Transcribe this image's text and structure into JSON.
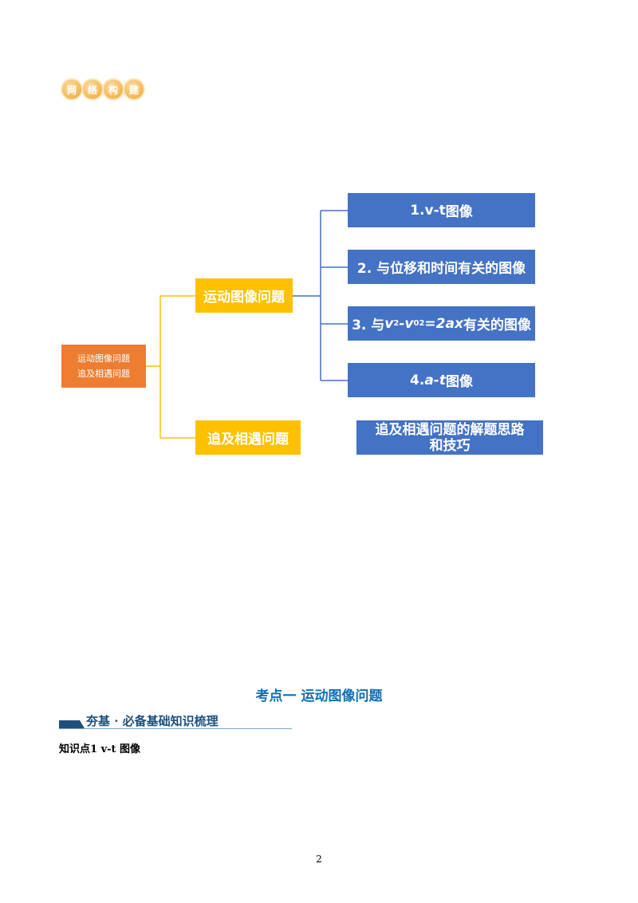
{
  "header_badges": [
    "网",
    "络",
    "构",
    "建"
  ],
  "mindmap": {
    "root_line1": "运动图像问题",
    "root_line2": "追及相遇问题",
    "branch1": "运动图像问题",
    "branch2": "追及相遇问题",
    "leaf1_pre": "1.",
    "leaf1_var": "v-t",
    "leaf1_post": " 图像",
    "leaf2": "2. 与位移和时间有关的图像",
    "leaf3_pre": "3. 与 ",
    "leaf3_v": "v",
    "leaf3_sup1": "2",
    "leaf3_dash": "-v",
    "leaf3_sub": "0",
    "leaf3_sup2": "2",
    "leaf3_eq": "=2ax",
    "leaf3_post": " 有关的图像",
    "leaf4_pre": "4. ",
    "leaf4_var": "a-t",
    "leaf4_post": " 图像",
    "leaf5_line1": "追及相遇问题的解题思路",
    "leaf5_line2": "和技巧"
  },
  "section_heading": "考点一  运动图像问题",
  "section_bar_text": "夯基 · 必备基础知识梳理",
  "knowledge_point": "知识点1    v-t 图像",
  "page_number": "2",
  "colors": {
    "root": "#ed7d31",
    "branch": "#ffc000",
    "leaf": "#4472c4",
    "heading": "#0f6fb5"
  }
}
